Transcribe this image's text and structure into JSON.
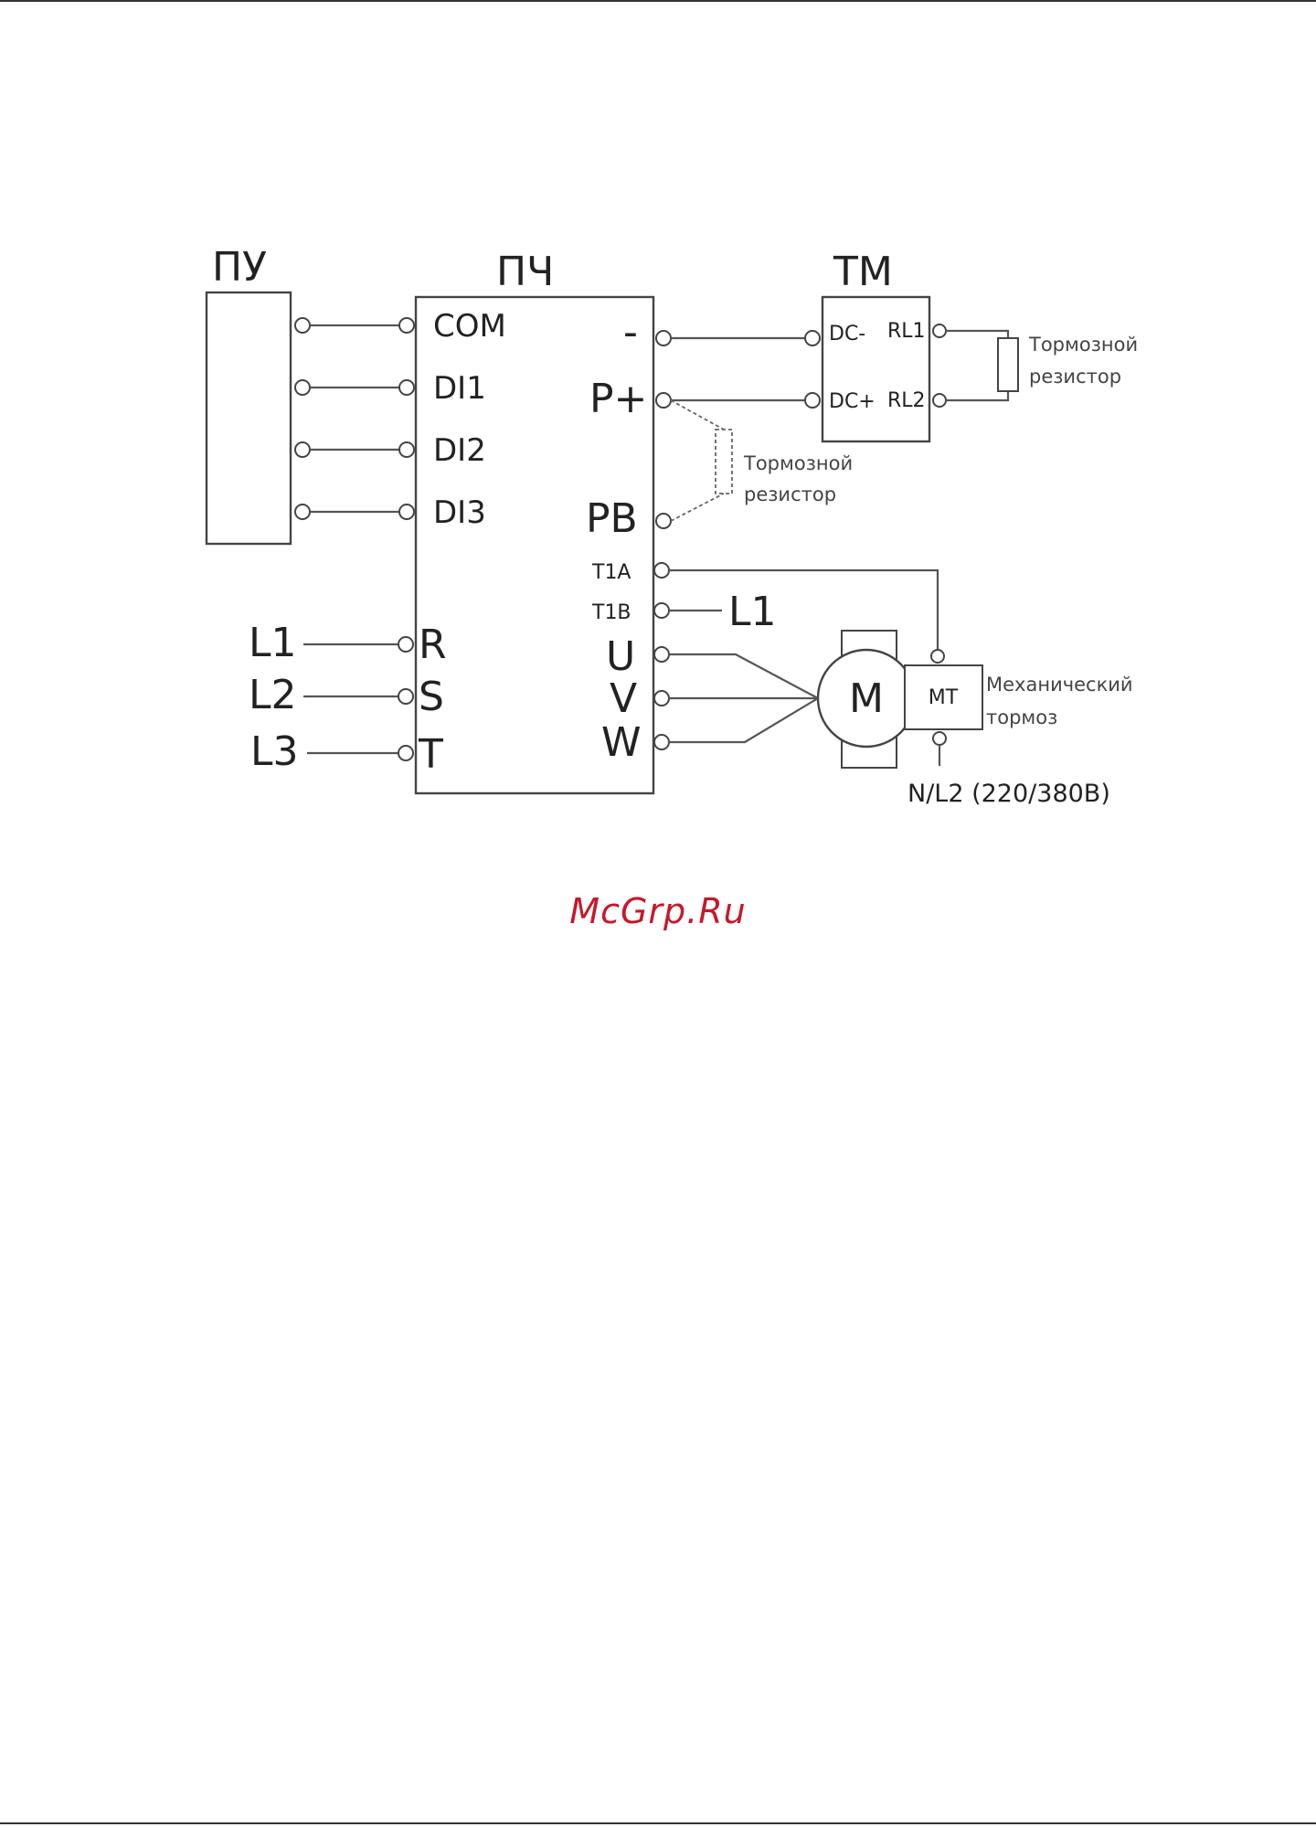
{
  "colors": {
    "watermark": "#c7182b",
    "lines": "#555555"
  },
  "blocks": {
    "pu": "ПУ",
    "pch": "ПЧ",
    "tm": "ТМ",
    "motor": "M",
    "mt": "МТ"
  },
  "pch_left_pins": [
    "COM",
    "DI1",
    "DI2",
    "DI3"
  ],
  "pch_supply_pins": [
    "R",
    "S",
    "T"
  ],
  "supply_lines": [
    "L1",
    "L2",
    "L3"
  ],
  "pch_right_pins": {
    "minus": "-",
    "p_plus": "P+",
    "pb": "PB",
    "t1a": "T1A",
    "t1b": "T1B",
    "u": "U",
    "v": "V",
    "w": "W"
  },
  "t1b_line": "L1",
  "tm_pins": {
    "dc_minus": "DC-",
    "dc_plus": "DC+",
    "rl1": "RL1",
    "rl2": "RL2"
  },
  "brake_resistor_tm": [
    "Тормозной",
    "резистор"
  ],
  "brake_resistor_pch": [
    "Тормозной",
    "резистор"
  ],
  "mech_brake": [
    "Механический",
    "тормоз"
  ],
  "mech_brake_supply": "N/L2 (220/380В)",
  "watermark": "McGrp.Ru"
}
